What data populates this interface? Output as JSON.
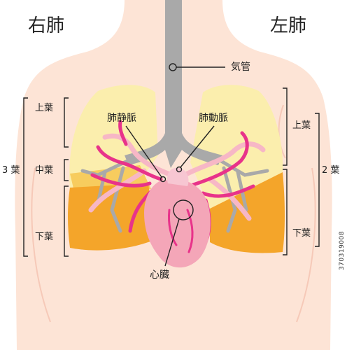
{
  "labels": {
    "right_lung": "右肺",
    "left_lung": "左肺",
    "trachea": "気管",
    "pulmonary_vein": "肺静脈",
    "pulmonary_artery": "肺動脈",
    "heart": "心臓",
    "right_upper_lobe": "上葉",
    "right_middle_lobe": "中葉",
    "right_lower_lobe": "下葉",
    "right_lobe_count": "3 葉",
    "left_upper_lobe": "上葉",
    "left_lower_lobe": "下葉",
    "left_lobe_count": "2 葉"
  },
  "stock_id": "370319008",
  "colors": {
    "skin": "#fde4d6",
    "lung_upper": "#fbeead",
    "lung_lower": "#f4a52a",
    "trachea": "#a9a9a9",
    "heart": "#f4a6b8",
    "vein": "#e8338a",
    "artery_tint": "#f7b7c6"
  }
}
